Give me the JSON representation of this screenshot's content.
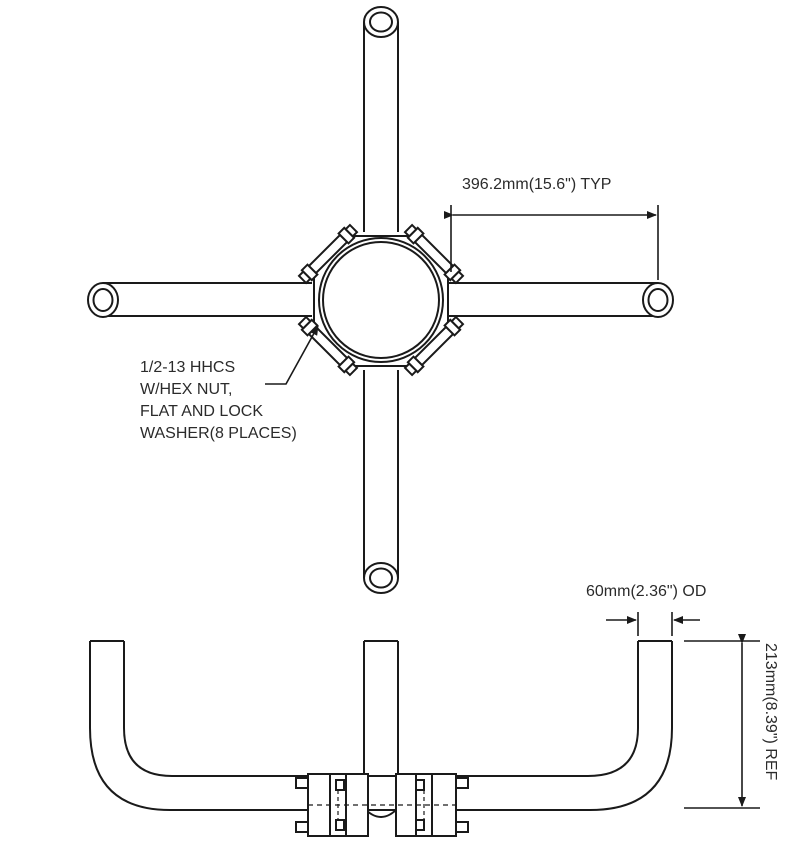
{
  "annotations": {
    "spacing": "396.2mm(15.6\") TYP",
    "pipe_od": "60mm(2.36\") OD",
    "height": "213mm(8.39\") REF",
    "hardware_note": [
      "1/2-13 HHCS",
      "W/HEX NUT,",
      "FLAT AND LOCK",
      "WASHER(8 PLACES)"
    ]
  },
  "colors": {
    "line": "#1a1a1a",
    "text": "#2b2b2b",
    "fill": "#ffffff"
  }
}
